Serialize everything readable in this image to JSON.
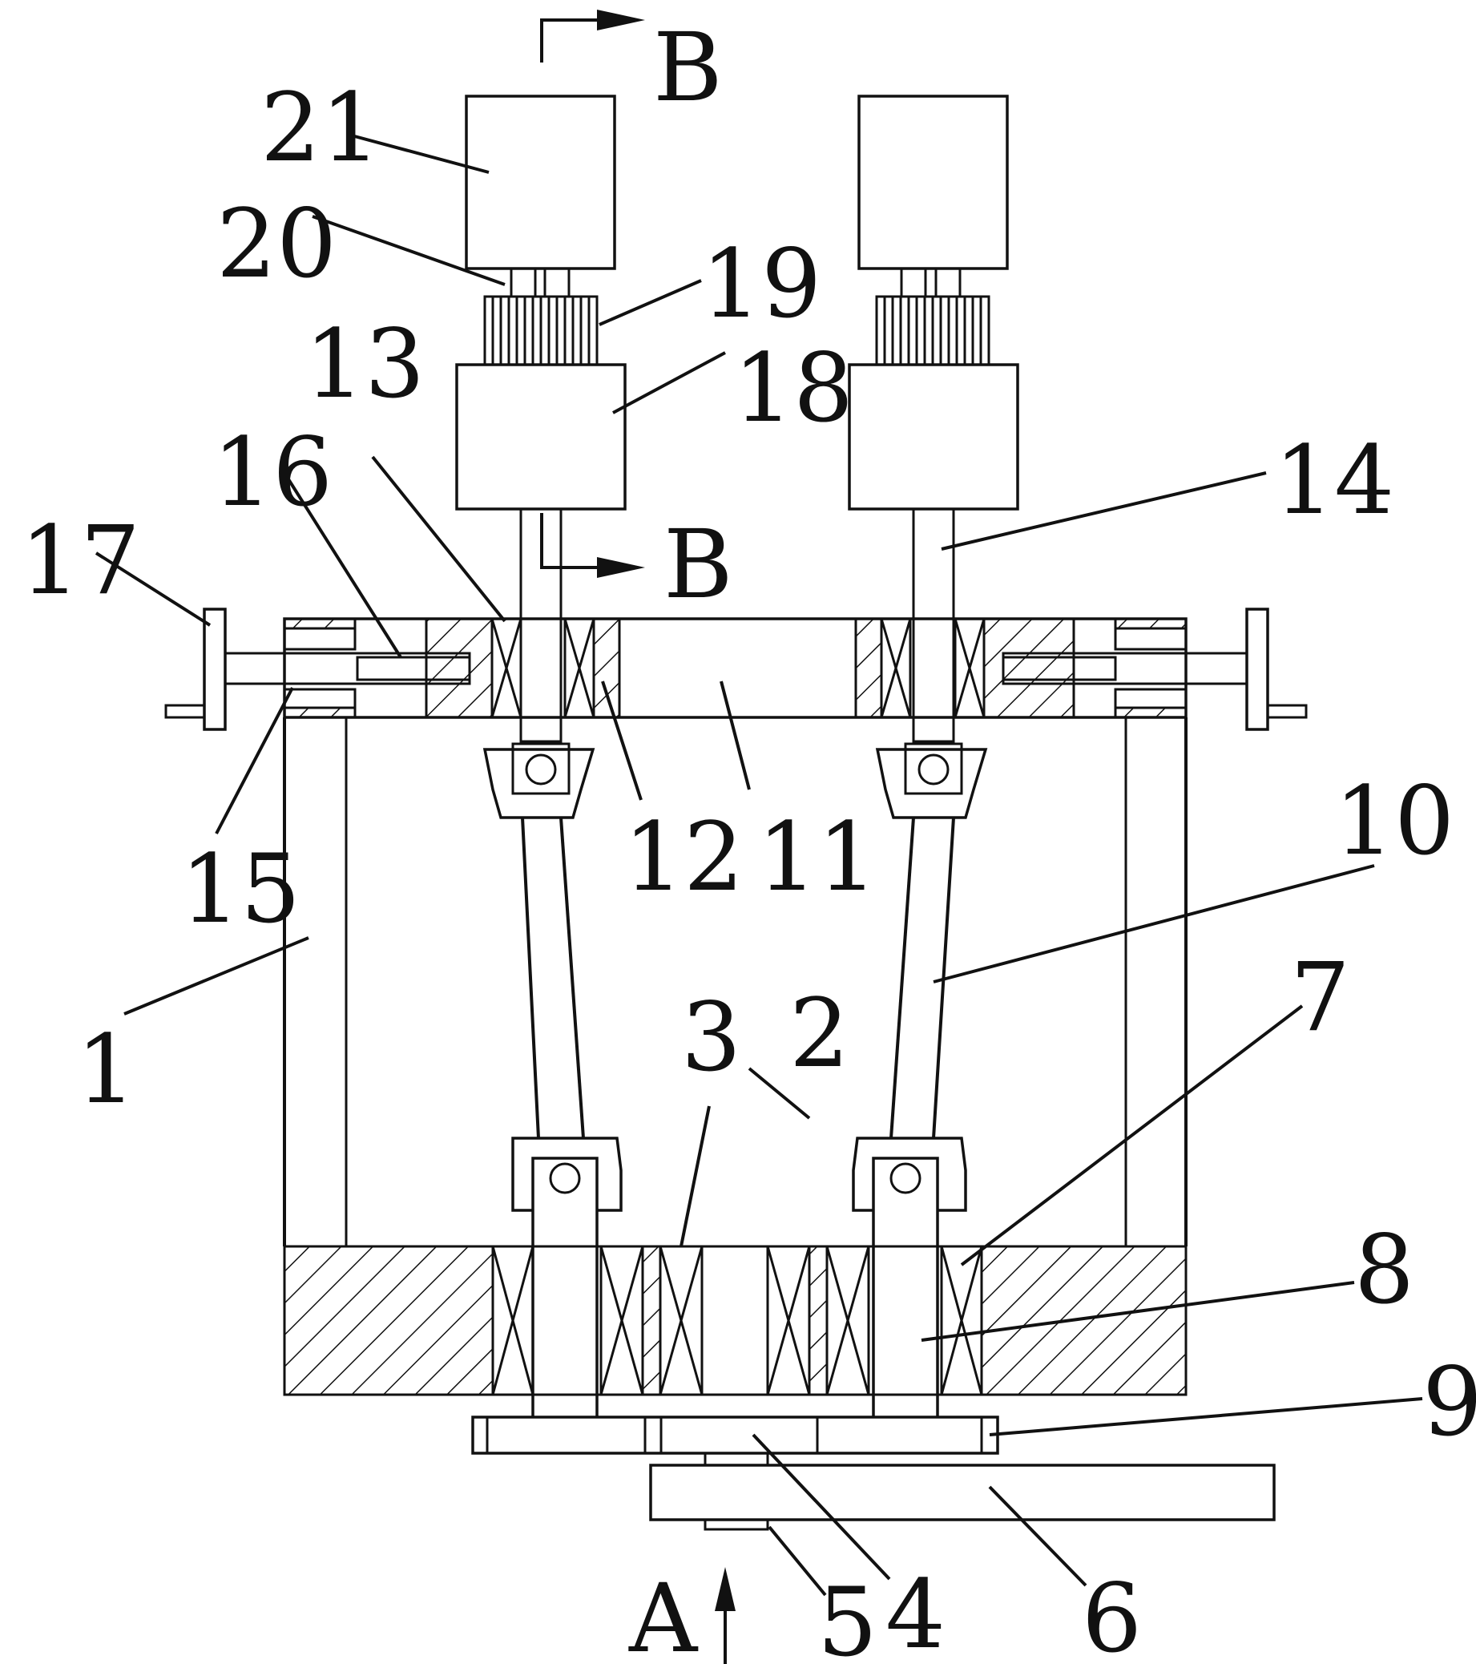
{
  "section_marks": [
    "B",
    "B",
    "A"
  ],
  "callouts": [
    "1",
    "2",
    "3",
    "4",
    "5",
    "6",
    "7",
    "8",
    "9",
    "10",
    "11",
    "12",
    "13",
    "14",
    "15",
    "16",
    "17",
    "18",
    "19",
    "20",
    "21"
  ]
}
